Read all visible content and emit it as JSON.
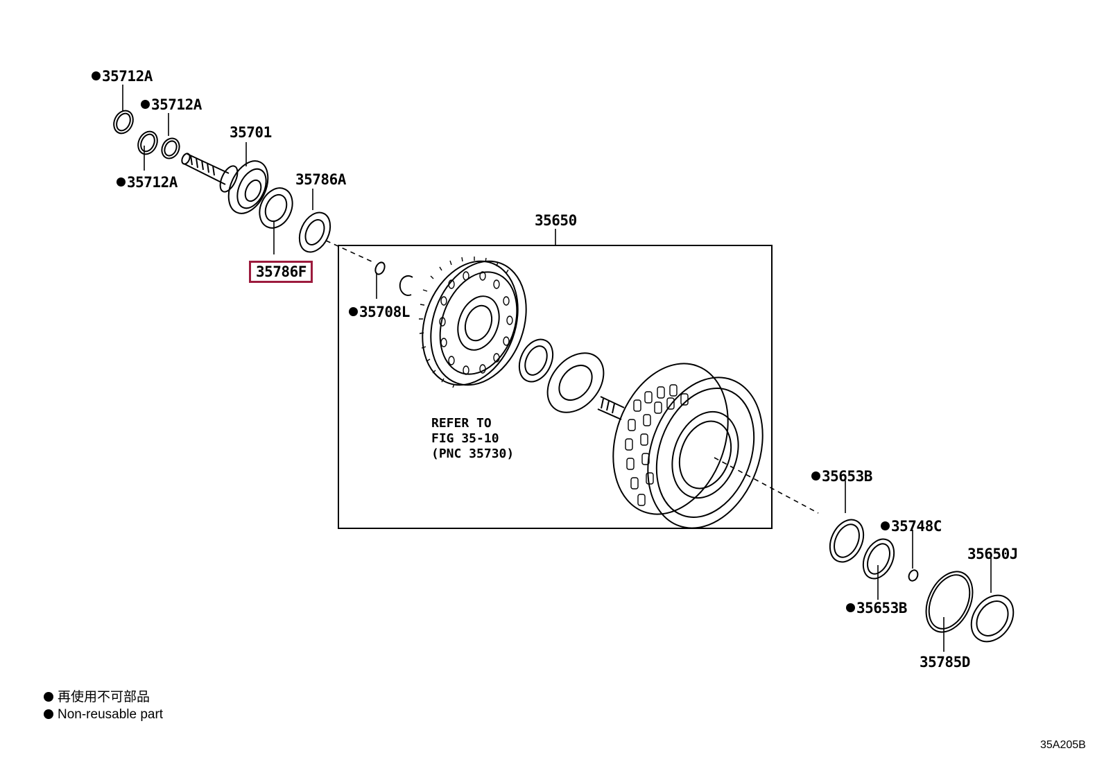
{
  "labels": {
    "p35712A_1": "35712A",
    "p35712A_2": "35712A",
    "p35712A_3": "35712A",
    "p35701": "35701",
    "p35786A": "35786A",
    "p35786F": "35786F",
    "p35650": "35650",
    "p35708L": "35708L",
    "p35653B_1": "35653B",
    "p35748C": "35748C",
    "p35650J": "35650J",
    "p35653B_2": "35653B",
    "p35785D": "35785D"
  },
  "reference_note": "REFER TO\nFIG 35-10\n(PNC 35730)",
  "legend": {
    "line1": "再使用不可部品",
    "line2": "Non-reusable part"
  },
  "figure_number": "35A205B",
  "highlight_color": "#9c1b3d",
  "highlighted_part": "35786F",
  "non_reusable_marker": "filled-circle"
}
